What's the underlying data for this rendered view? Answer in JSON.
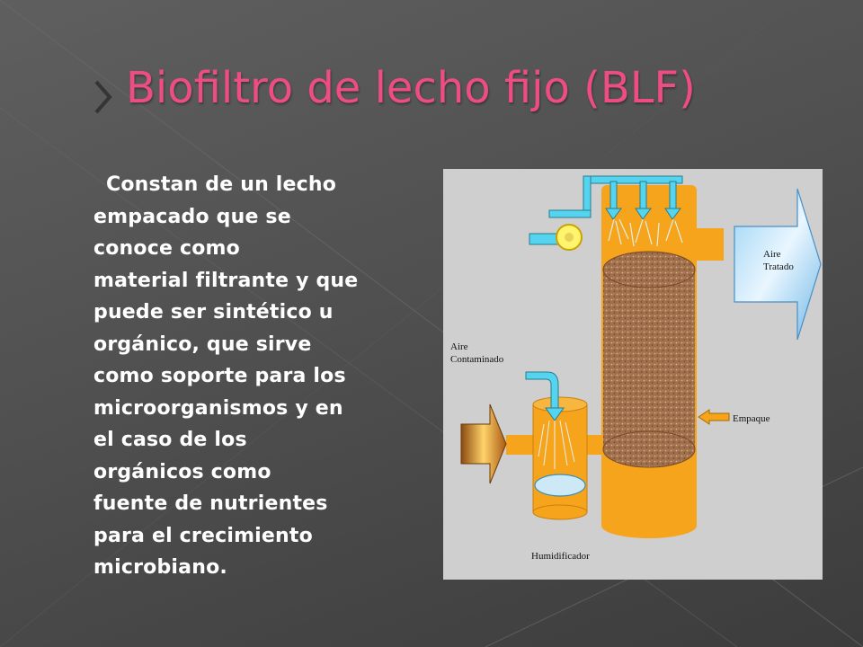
{
  "slide": {
    "title": "Biofiltro de lecho fijo (BLF)",
    "body_lines": [
      "Constan de un lecho",
      "empacado que se",
      "conoce como",
      "material filtrante y que",
      "puede ser sintético u",
      "orgánico, que sirve",
      "como soporte para los",
      "microorganismos y en",
      "el caso de los",
      "orgánicos como",
      "fuente de nutrientes",
      "para el crecimiento",
      "microbiano."
    ]
  },
  "diagram": {
    "labels": {
      "aire_contaminado_1": "Aire",
      "aire_contaminado_2": "Contaminado",
      "aire_tratado_1": "Aire",
      "aire_tratado_2": "Tratado",
      "empaque": "Empaque",
      "humidificador": "Humidificador"
    }
  },
  "colors": {
    "title": "#ee4d84",
    "text": "#ffffff",
    "vessel": "#f5a41c",
    "packing": "#a0704c",
    "water": "#4fd3ef",
    "panel": "#cfcfcf"
  }
}
